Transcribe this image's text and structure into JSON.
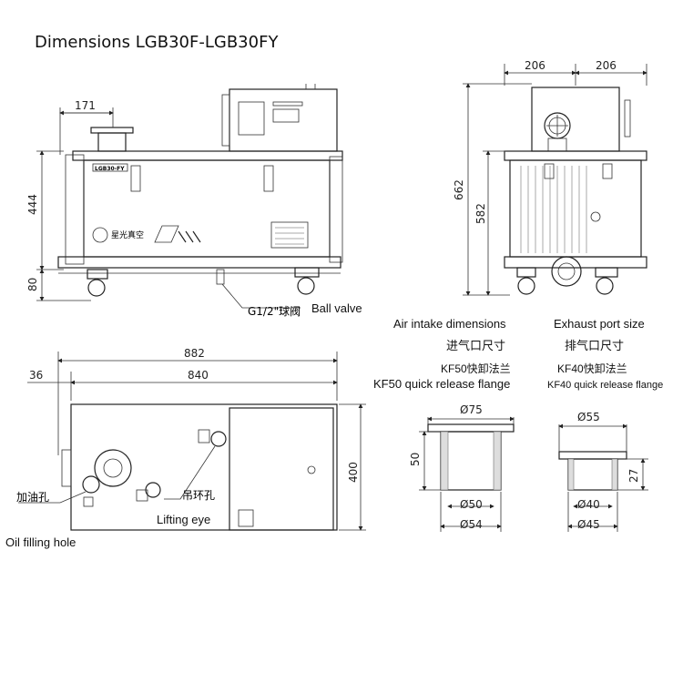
{
  "title": "Dimensions LGB30F-LGB30FY",
  "front_view": {
    "dim_top": "171",
    "dim_height": "444",
    "dim_base": "80",
    "brand_plate": "LGB30-FY",
    "brand_logo_text": "星光真空",
    "valve_callout": "G1/2\"球阀",
    "valve_label": "Ball valve"
  },
  "side_view": {
    "dim_left_half": "206",
    "dim_right_half": "206",
    "dim_total_height": "662",
    "dim_body_height": "582"
  },
  "top_view": {
    "dim_overall": "882",
    "dim_body": "840",
    "dim_offset": "36",
    "dim_depth": "400",
    "oil_hole_cn": "加油孔",
    "oil_hole_en": "Oil filling hole",
    "lifting_cn": "吊环孔",
    "lifting_en": "Lifting eye"
  },
  "intake": {
    "heading_en": "Air intake dimensions",
    "heading_cn": "进气口尺寸",
    "flange_cn": "KF50快卸法兰",
    "flange_en": "KF50 quick release flange",
    "d_top": "Ø75",
    "d_mid": "Ø50",
    "d_bottom": "Ø54",
    "height": "50"
  },
  "exhaust": {
    "heading_en": "Exhaust port size",
    "heading_cn": "排气口尺寸",
    "flange_cn": "KF40快卸法兰",
    "flange_en": "KF40 quick release flange",
    "d_top": "Ø55",
    "d_mid": "Ø40",
    "d_bottom": "Ø45",
    "height": "27"
  }
}
